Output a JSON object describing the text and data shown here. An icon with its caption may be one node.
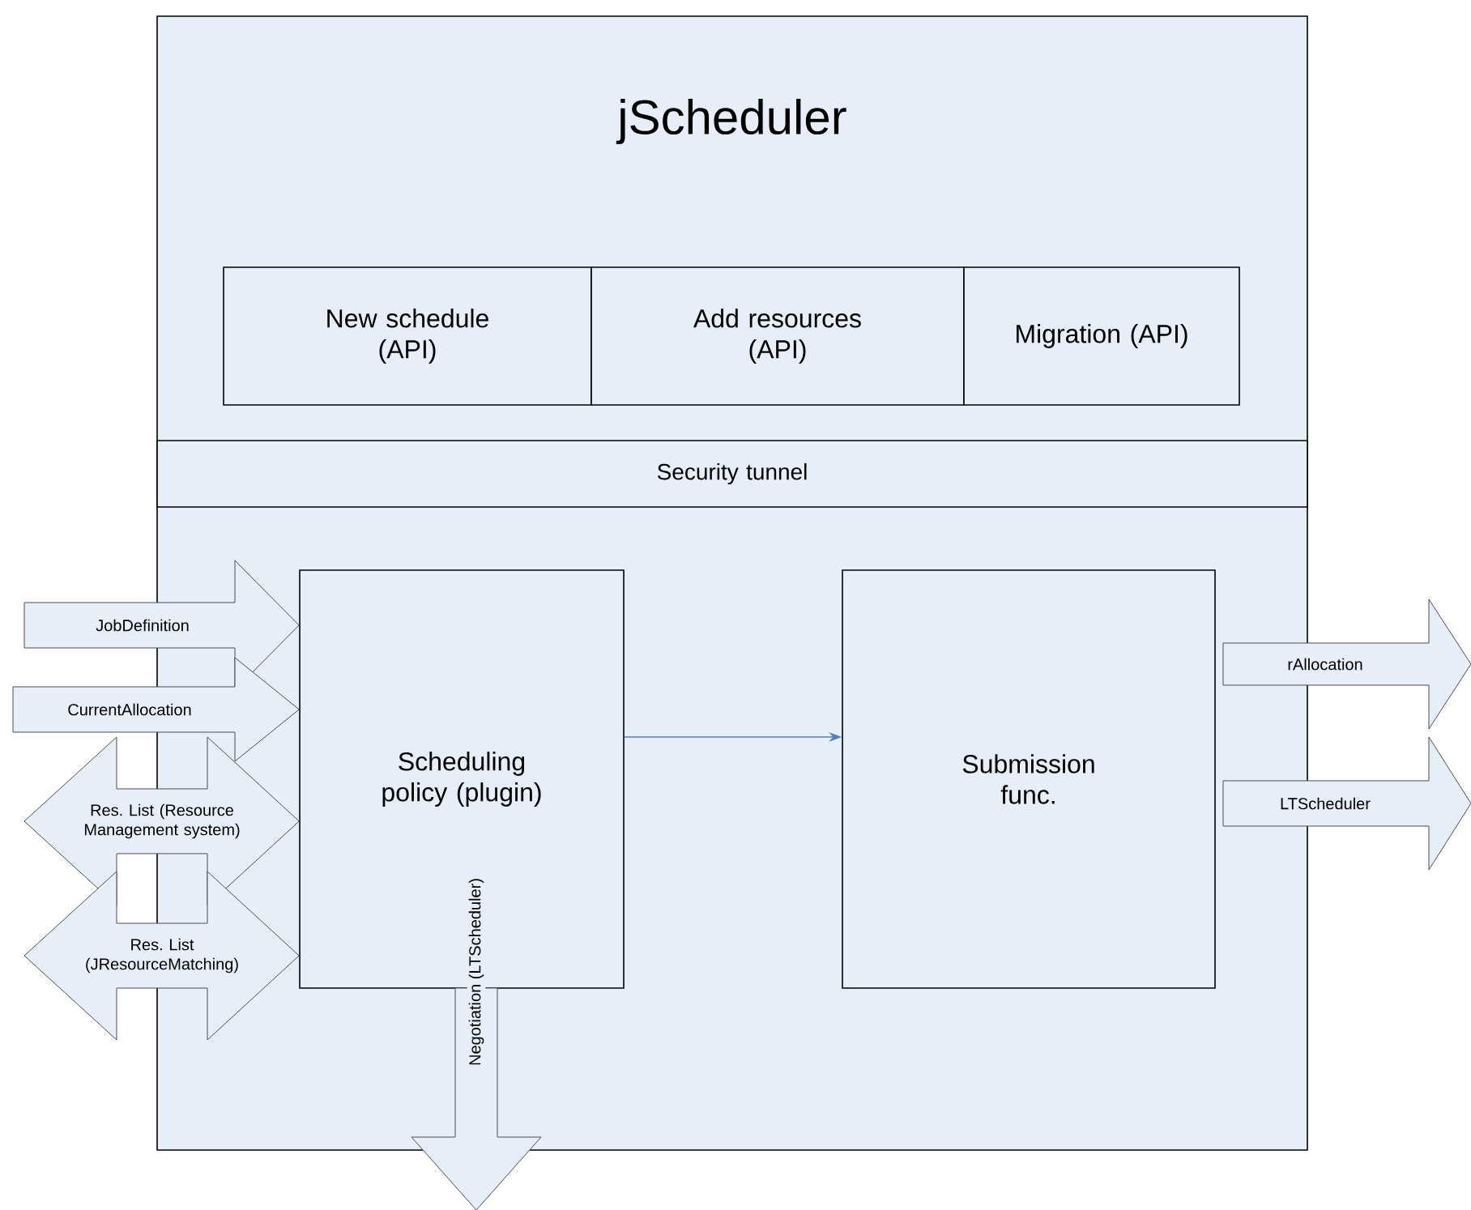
{
  "diagram": {
    "nodes": [
      {
        "text": [
          "jScheduler"
        ]
      },
      {
        "text": [
          "New schedule (API)"
        ],
        "in": 0
      },
      {
        "text": [
          "Add resources (API)"
        ],
        "in": 0
      },
      {
        "text": [
          "Migration (API)"
        ],
        "in": 0
      },
      {
        "text": [
          "Security tunnel"
        ],
        "in": 0
      },
      {
        "text": [
          "Scheduling policy (plugin)"
        ],
        "in": 0
      },
      {
        "text": [
          "Submission func."
        ],
        "in": 0
      }
    ],
    "edges": [
      {
        "from": 5,
        "to": 6,
        "arrow": "to"
      },
      {
        "from": null,
        "to": 5,
        "arrow": "to",
        "label": "JobDefinition"
      },
      {
        "from": null,
        "to": 5,
        "arrow": "to",
        "label": "CurrentAllocation"
      },
      {
        "from": null,
        "to": 5,
        "arrow": "both",
        "label": "Res. List (Resource Management system)"
      },
      {
        "from": null,
        "to": 5,
        "arrow": "both",
        "label": "Res. List (JResourceMatching)"
      },
      {
        "from": 5,
        "to": null,
        "arrow": "to",
        "label": "Negotiation (LTScheduler)"
      },
      {
        "from": 6,
        "to": null,
        "arrow": "to",
        "label": "rAllocation"
      },
      {
        "from": 6,
        "to": null,
        "arrow": "to",
        "label": "LTScheduler"
      }
    ]
  }
}
